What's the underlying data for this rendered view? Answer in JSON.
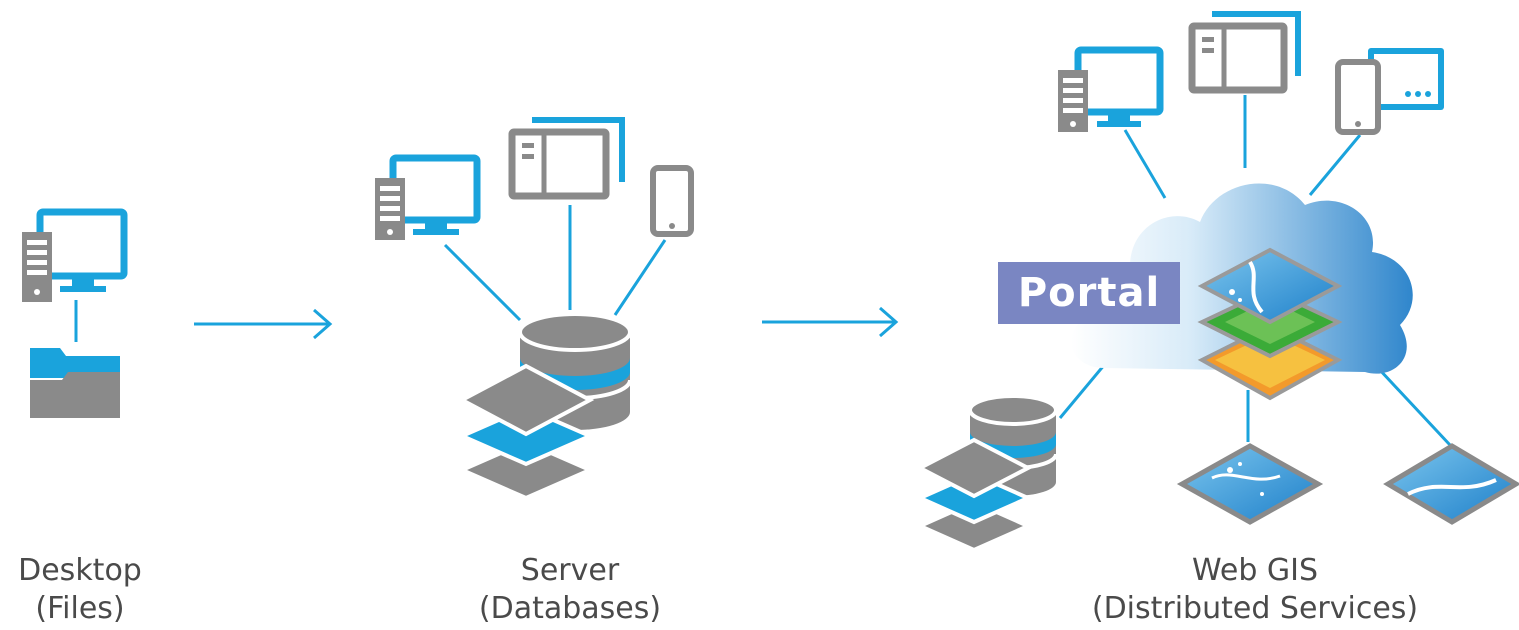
{
  "stages": [
    {
      "id": "desktop",
      "title": "Desktop",
      "subtitle": "(Files)"
    },
    {
      "id": "server",
      "title": "Server",
      "subtitle": "(Databases)"
    },
    {
      "id": "webgis",
      "title": "Web GIS",
      "subtitle": "(Distributed Services)"
    }
  ],
  "portal_label": "Portal",
  "colors": {
    "accent_blue": "#1aa3dc",
    "icon_gray": "#8a8a8a",
    "text_gray": "#4a4a4a",
    "portal_bg": "#7a86c2",
    "cloud_light": "#e6f2fa",
    "cloud_dark": "#3d8fd0",
    "layer_green": "#3bab38",
    "layer_orange": "#f39a2b",
    "layer_yellow": "#f6d24a"
  },
  "icons": [
    "desktop-computer-icon",
    "folder-icon",
    "tablet-icon",
    "phone-icon",
    "database-icon",
    "stacked-layers-icon",
    "cloud-icon",
    "map-layers-icon",
    "map-service-icon",
    "arrow-right-icon"
  ]
}
